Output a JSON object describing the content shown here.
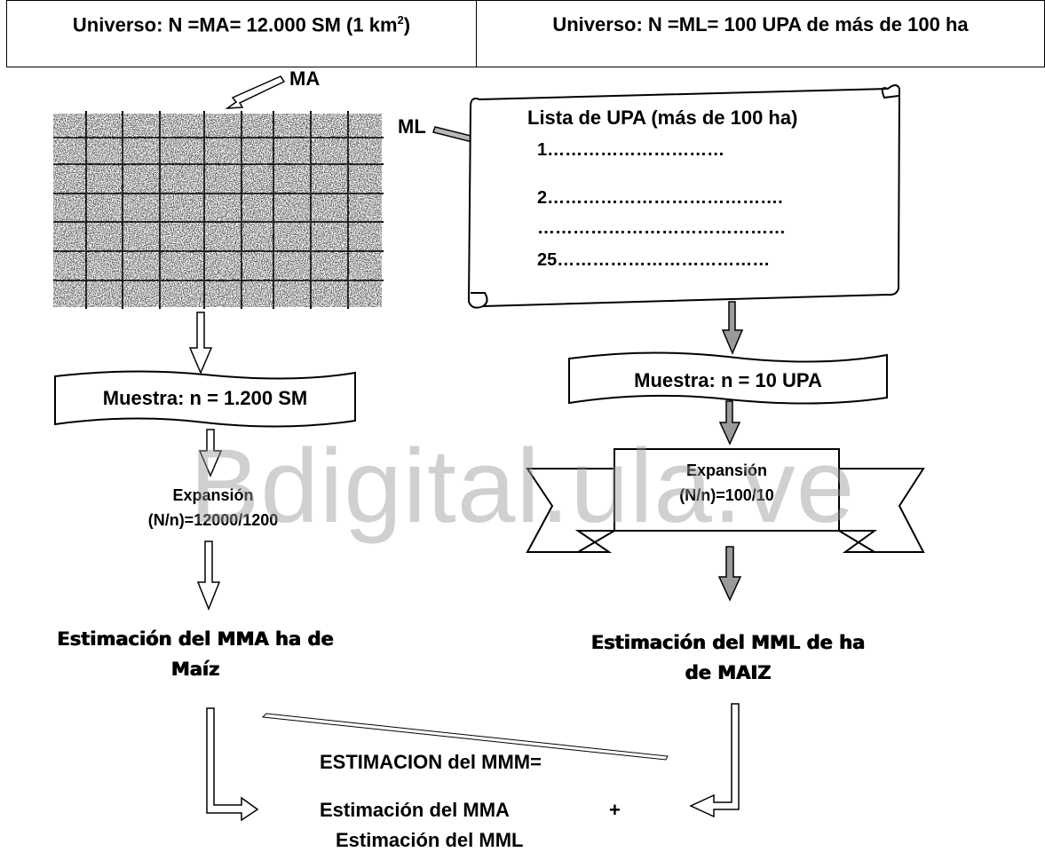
{
  "header": {
    "left_prefix": "Universo: N =MA= 12.000 SM (1 km",
    "left_exp": "2",
    "left_suffix": ")",
    "right": "Universo: N =ML= 100 UPA de más de 100 ha"
  },
  "area_frame": {
    "pointer_label": "MA"
  },
  "list_frame": {
    "pointer_label": "ML",
    "title": "Lista de UPA (más de 100 ha)",
    "items": [
      "1…………………………",
      "2………………………………….",
      "……………………………………",
      "25………………………………"
    ]
  },
  "left_branch": {
    "sample": "Muestra: n = 1.200 SM",
    "expansion_title": "Expansión",
    "expansion_formula": "(N/n)=12000/1200",
    "estimate_line1": "Estimación del MMA ha de",
    "estimate_line2": "Maíz"
  },
  "right_branch": {
    "sample": "Muestra: n = 10 UPA",
    "expansion_title": "Expansión",
    "expansion_formula": "(N/n)=100/10",
    "estimate_line1": "Estimación del MML de ha",
    "estimate_line2": "de MAIZ"
  },
  "combined": {
    "title": "ESTIMACION del MMM=",
    "line1": "Estimación del MMA",
    "plus": "+",
    "line2": "Estimación del MML"
  },
  "watermark": "Bdigital.ula.ve",
  "colors": {
    "stroke": "#000000",
    "grey_arrow": "#9a9a9a",
    "pointer_fill": "#b8b8b8",
    "shading": "#8a8a8a"
  }
}
